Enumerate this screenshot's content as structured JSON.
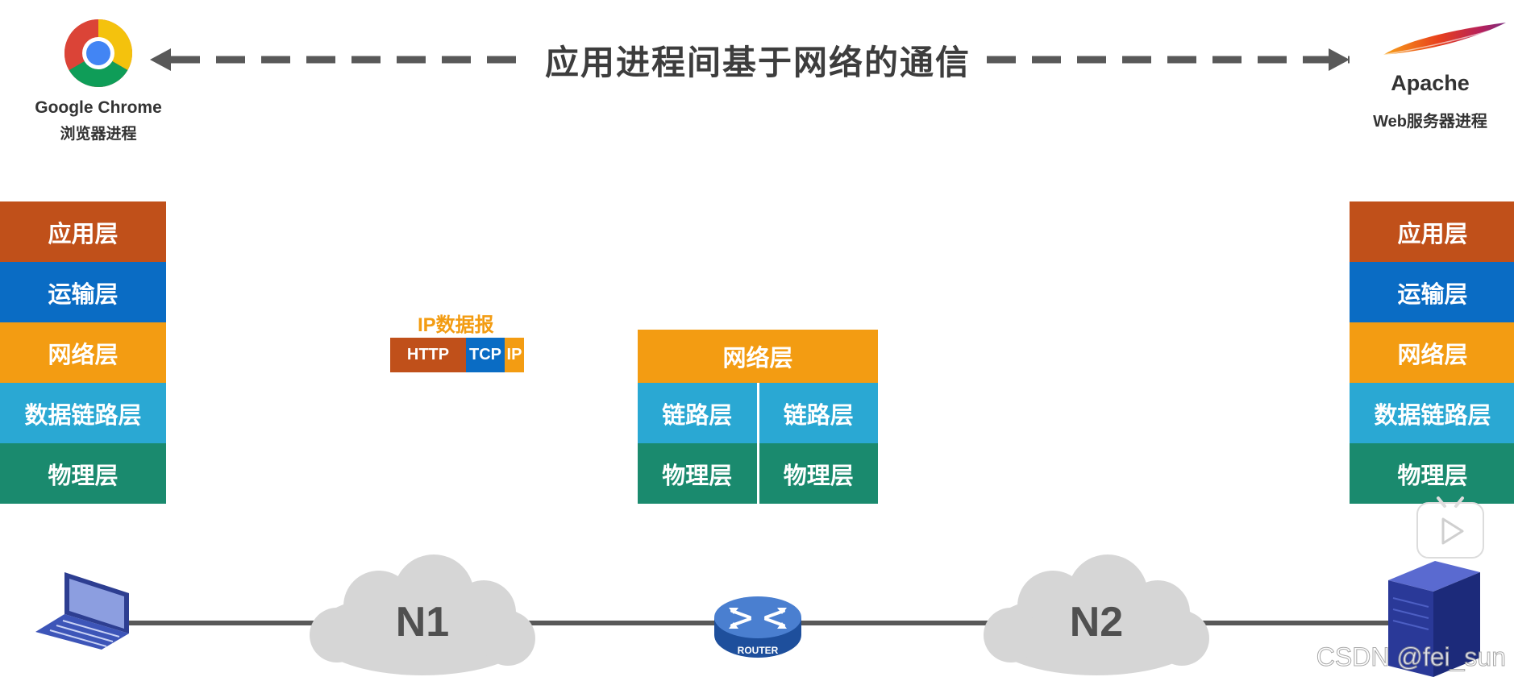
{
  "title": "应用进程间基于网络的通信",
  "client": {
    "name": "Google Chrome",
    "role": "浏览器进程"
  },
  "server": {
    "name": "Apache",
    "role": "Web服务器进程"
  },
  "client_stack": [
    "应用层",
    "运输层",
    "网络层",
    "数据链路层",
    "物理层"
  ],
  "server_stack": [
    "应用层",
    "运输层",
    "网络层",
    "数据链路层",
    "物理层"
  ],
  "router_stack": {
    "top": "网络层",
    "left": [
      "链路层",
      "物理层"
    ],
    "right": [
      "链路层",
      "物理层"
    ]
  },
  "packet": {
    "label": "IP数据报",
    "segments": [
      "HTTP",
      "TCP",
      "IP"
    ]
  },
  "networks": [
    "N1",
    "N2"
  ],
  "router_label": "ROUTER",
  "watermark": "CSDN @fei_sun",
  "colors": {
    "application": "#c0501a",
    "transport": "#0a6cc4",
    "network": "#f39c12",
    "datalink": "#2aa8d3",
    "physical": "#1a8a6e"
  }
}
